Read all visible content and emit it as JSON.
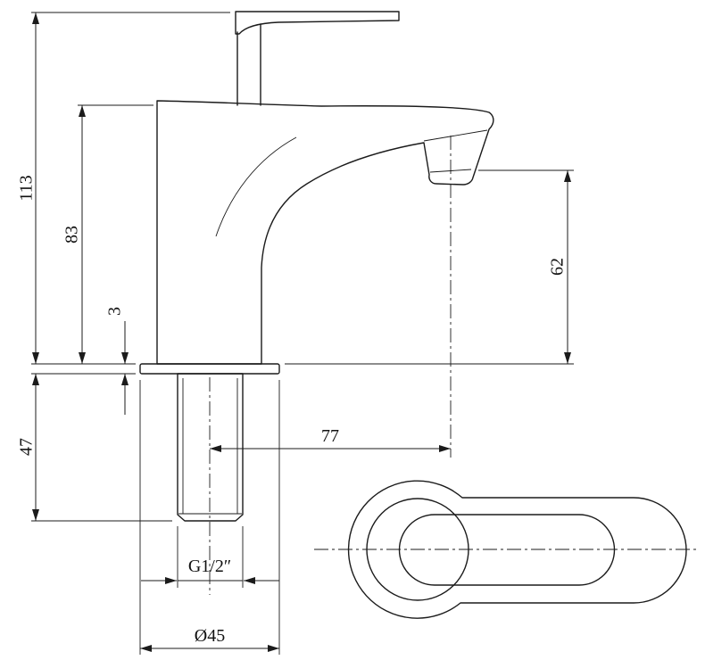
{
  "meta": {
    "drawing_type": "technical dimension drawing",
    "subject": "single-lever basin tap, front view and top view",
    "background": "#ffffff",
    "line_color": "#1b1b1b"
  },
  "labels": {
    "total_height": "113",
    "body_height": "83",
    "deck_plate_thickness": "3",
    "shank_length": "47",
    "spout_outlet_height": "62",
    "spout_reach": "77",
    "thread_size": "G1/2″",
    "base_diameter": "Ø45"
  }
}
